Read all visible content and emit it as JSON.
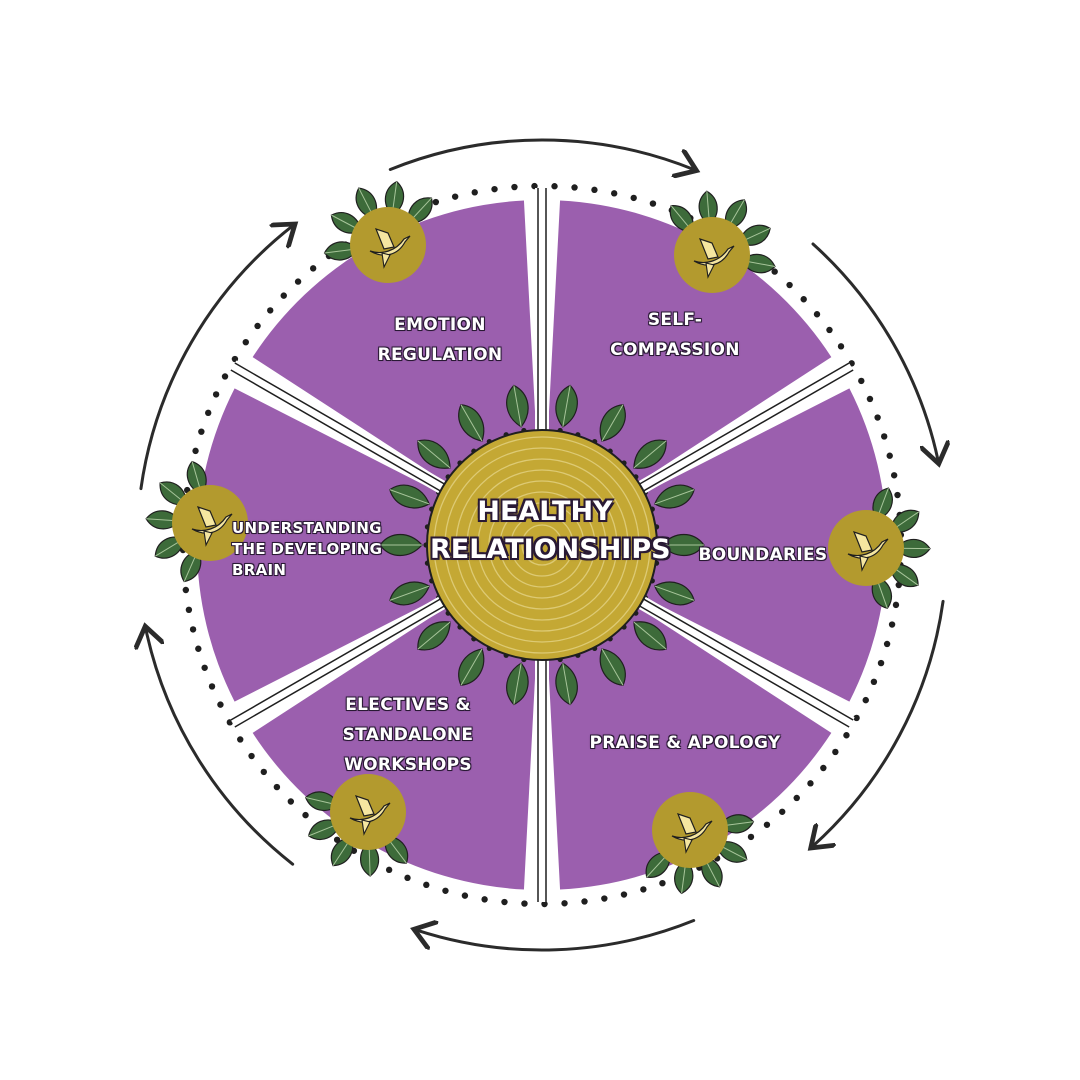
{
  "center": {
    "title_line1": "HEALTHY",
    "title_line2": "RELATIONSHIPS"
  },
  "segments": [
    {
      "id": "emotion-regulation",
      "lines": [
        "EMOTION",
        "REGULATION"
      ]
    },
    {
      "id": "self-compassion",
      "lines": [
        "SELF-",
        "COMPASSION"
      ]
    },
    {
      "id": "boundaries",
      "lines": [
        "BOUNDARIES"
      ]
    },
    {
      "id": "praise-apology",
      "lines": [
        "PRAISE & APOLOGY"
      ]
    },
    {
      "id": "electives",
      "lines": [
        "ELECTIVES &",
        "STANDALONE",
        "WORKSHOPS"
      ]
    },
    {
      "id": "understanding-brain",
      "lines": [
        "UNDERSTANDING",
        "THE DEVELOPING",
        "BRAIN"
      ]
    }
  ],
  "colors": {
    "segment": "#9b5fae",
    "medallion": "#b39a2e",
    "center": "#c4a834",
    "leaf": "#3d6b3a",
    "outline": "#1f1f1f",
    "arrow": "#2b2b2b"
  },
  "icons": {
    "medallion": "bird-icon",
    "decoration": "leaf-icon",
    "cycle": "curved-arrow-icon"
  }
}
